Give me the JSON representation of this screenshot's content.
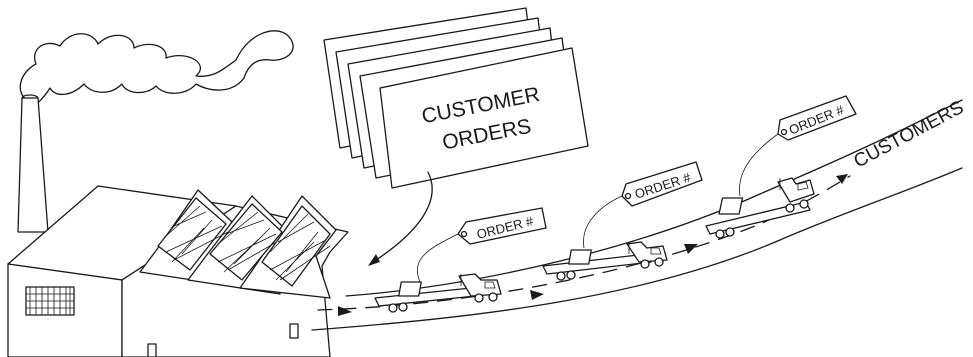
{
  "diagram": {
    "customer_orders": {
      "line1": "CUSTOMER",
      "line2": "ORDERS"
    },
    "customers_label": "CUSTOMERS",
    "trucks": [
      {
        "tag": "ORDER #"
      },
      {
        "tag": "ORDER #"
      },
      {
        "tag": "ORDER #"
      }
    ]
  }
}
